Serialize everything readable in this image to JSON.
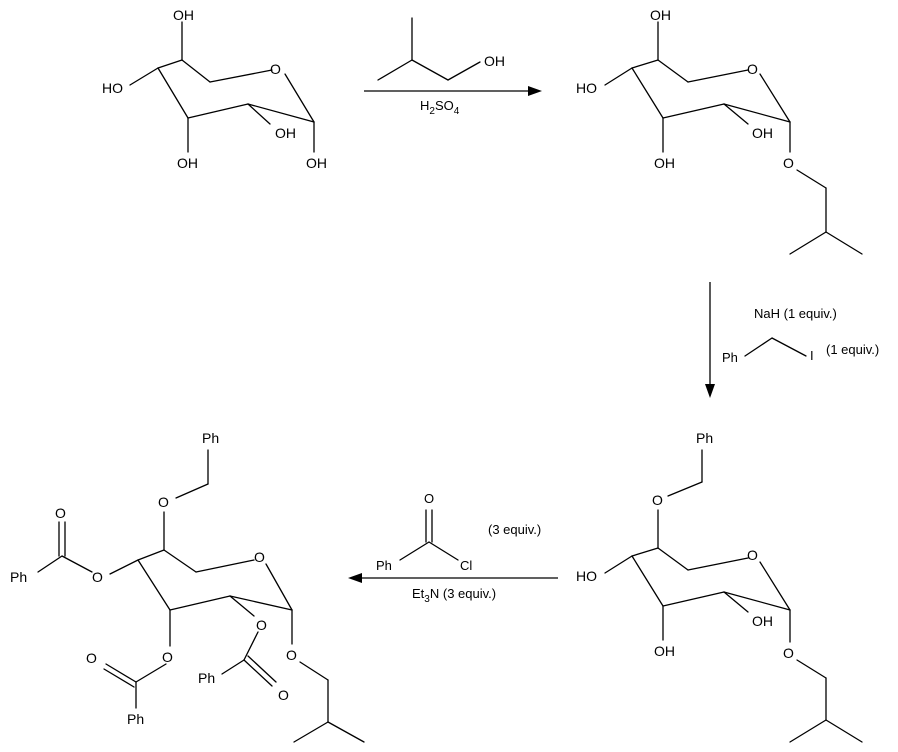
{
  "atoms": {
    "oh": "OH",
    "ho": "HO",
    "o": "O",
    "ph": "Ph",
    "cl": "Cl",
    "i": "I"
  },
  "step1": {
    "reagent_label": "OH",
    "catalyst_main": "H",
    "catalyst_sub1": "2",
    "catalyst_mid": "SO",
    "catalyst_sub2": "4"
  },
  "step2": {
    "base": "NaH  (1 equiv.)",
    "halide_amount": "(1 equiv.)"
  },
  "step3": {
    "acyl_amount": "(3 equiv.)",
    "base_main": "Et",
    "base_sub": "3",
    "base_rest": "N  (3 equiv.)"
  }
}
